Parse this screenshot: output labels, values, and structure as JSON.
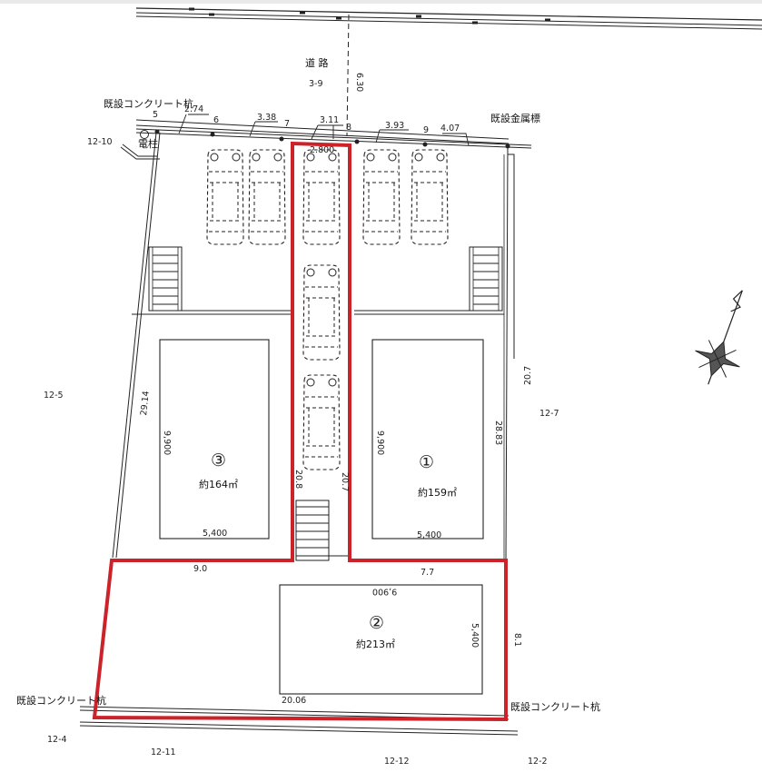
{
  "drawing": {
    "type": "site-subdivision-plan",
    "colors": {
      "lot_boundary": "#cc2229",
      "lines": "#222222",
      "background": "#ffffff"
    }
  },
  "road": {
    "label": "道 路",
    "lot_number": "3-9",
    "width": "6.30"
  },
  "markers": {
    "top_left_stake": "既設コンクリート杭",
    "top_right_stake": "既設金属標",
    "utility_pole": "電柱",
    "bottom_left_stake": "既設コンクリート杭",
    "bottom_right_stake": "既設コンクリート杭"
  },
  "frontage": {
    "points": [
      "5",
      "6",
      "7",
      "8",
      "9"
    ],
    "segments": [
      "2.74",
      "3.38",
      "3.11",
      "3.93",
      "4.07"
    ],
    "driveway_width": "2.800"
  },
  "neighbors": {
    "nw": "12-10",
    "west": "12-5",
    "east": "12-7",
    "sw": "12-4",
    "south_left": "12-11",
    "south_mid": "12-12",
    "se": "12-2"
  },
  "dimensions": {
    "west_side": "29.14",
    "east_side_upper": "20.7",
    "east_side_lot1": "28.83",
    "driveway_left": "20.8",
    "driveway_right": "20.7",
    "lot3_bottom": "9.0",
    "lot1_bottom": "7.7",
    "lot2_east": "8.1",
    "south_side": "20.06"
  },
  "lots": [
    {
      "id": "①",
      "area": "約159㎡",
      "house_width": "5,400",
      "house_depth": "9,900"
    },
    {
      "id": "②",
      "area": "約213㎡",
      "house_width": "9,900",
      "house_depth": "5,400"
    },
    {
      "id": "③",
      "area": "約164㎡",
      "house_width": "5,400",
      "house_depth": "9,900"
    }
  ],
  "compass": {
    "icon": "north-arrow-icon"
  },
  "parking": {
    "car_count": 7
  }
}
